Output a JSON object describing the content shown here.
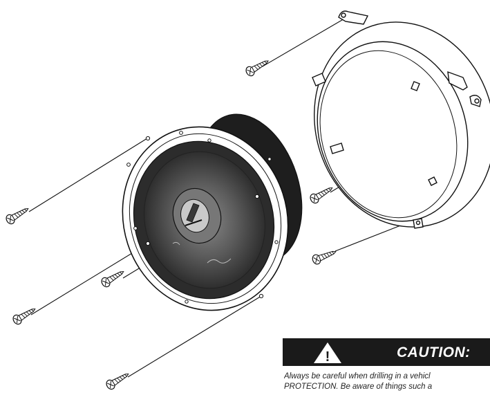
{
  "caution": {
    "title": "CAUTION:",
    "icon_glyph": "!",
    "line1": "Always be careful when drilling in a vehicl",
    "line2": "PROTECTION.  Be aware of things such a"
  },
  "icons": {
    "screw": "screw-icon",
    "warning": "warning-triangle-icon"
  },
  "colors": {
    "line": "#111111",
    "cone_dark": "#3a3a3a",
    "cone_mid": "#6a6a6a",
    "banner": "#1a1a1a"
  }
}
